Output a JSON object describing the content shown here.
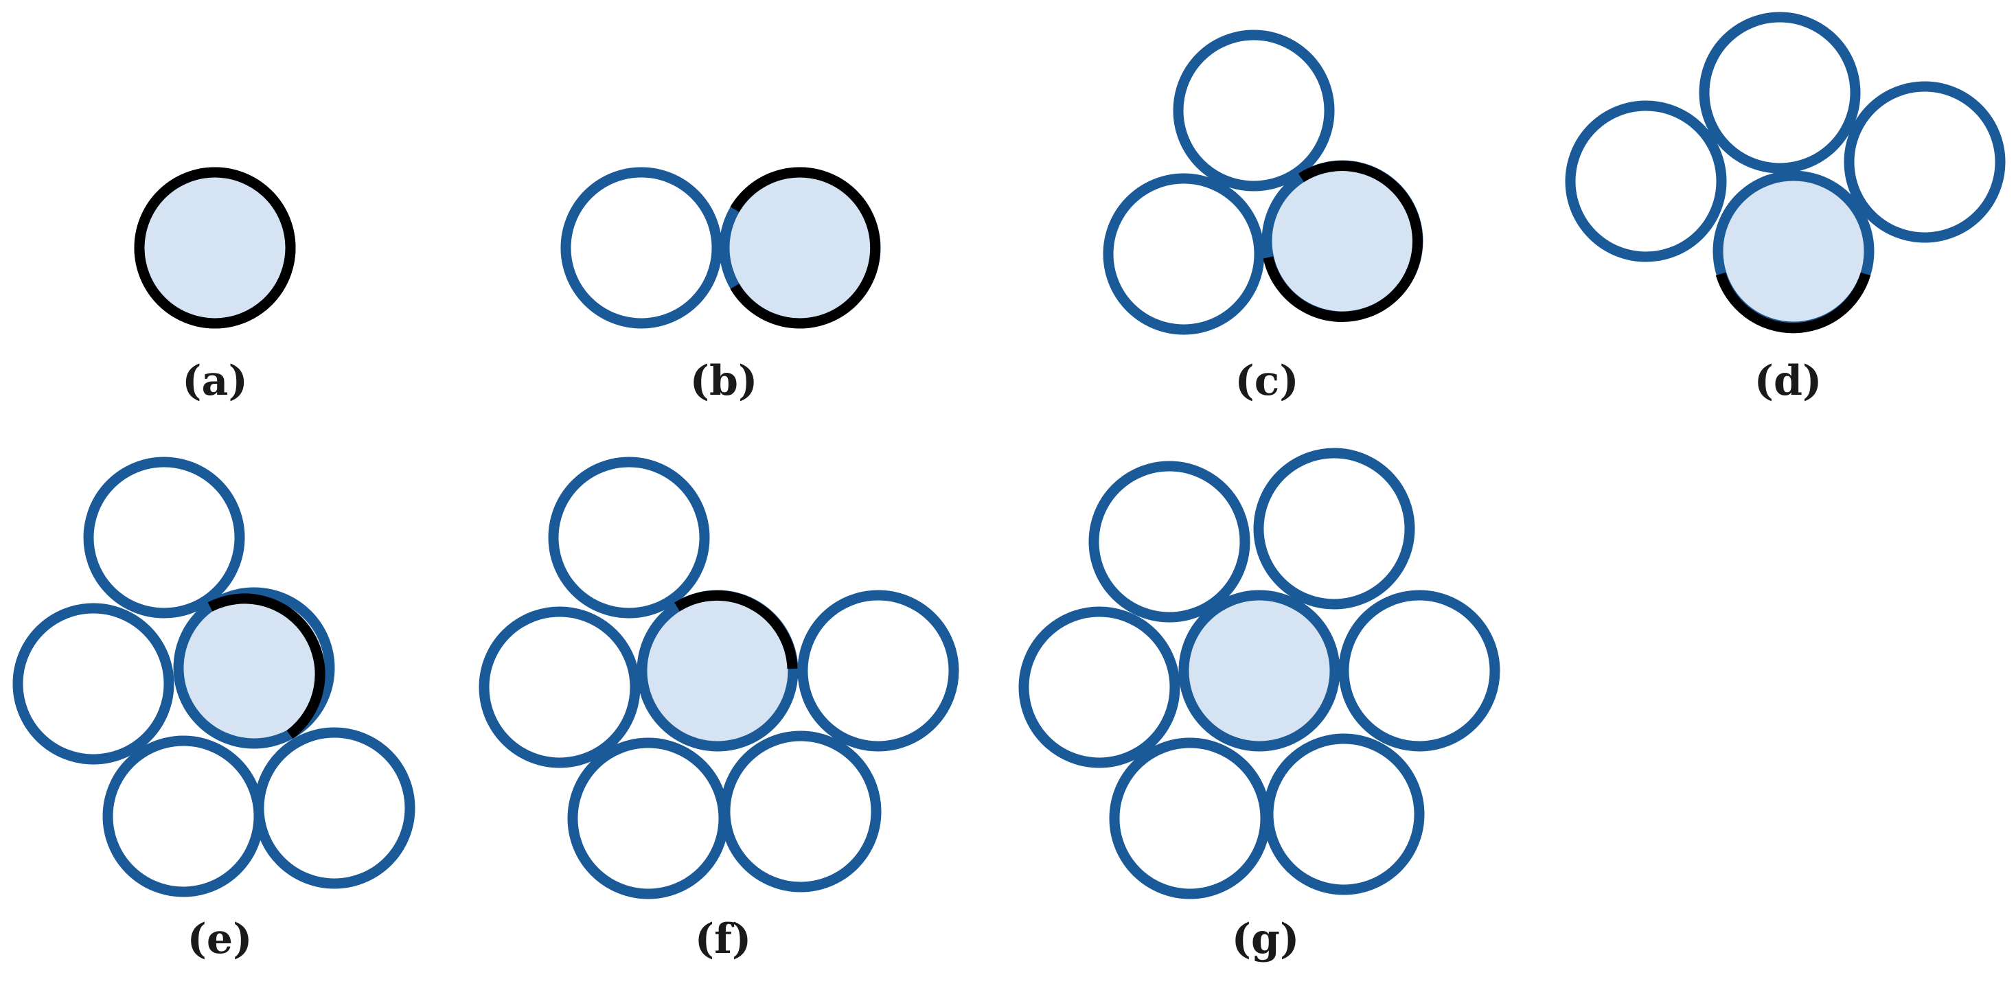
{
  "figure": {
    "panels": [
      {
        "id": "a",
        "caption": "(a)"
      },
      {
        "id": "b",
        "caption": "(b)"
      },
      {
        "id": "c",
        "caption": "(c)"
      },
      {
        "id": "d",
        "caption": "(d)"
      },
      {
        "id": "e",
        "caption": "(e)"
      },
      {
        "id": "f",
        "caption": "(f)"
      },
      {
        "id": "g",
        "caption": "(g)"
      }
    ],
    "colors": {
      "neighbor_outline": "#1a5a98",
      "center_fill": "#d6e3f2",
      "exposed_perimeter": "#000000",
      "background": "#ffffff",
      "caption_text": "#1a1a1a"
    }
  }
}
